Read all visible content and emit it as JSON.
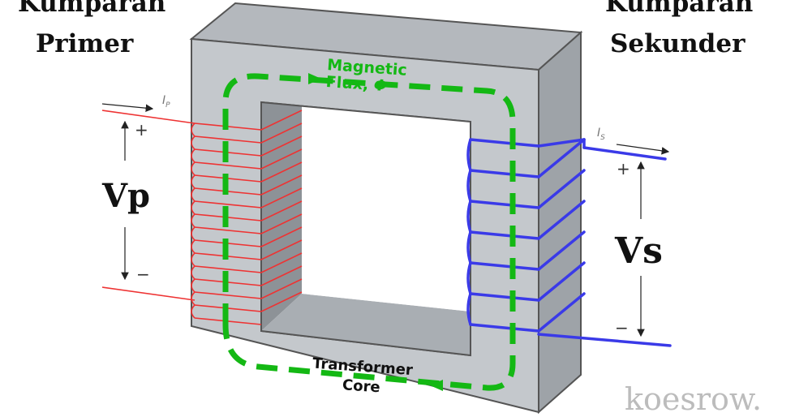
{
  "title_left": {
    "line1": "Kumparan",
    "line2": "Primer"
  },
  "title_right": {
    "line1": "Kumparan",
    "line2": "Sekunder"
  },
  "primary": {
    "voltage_label": "Vp",
    "current_label": "I",
    "current_sub": "P",
    "plus": "+",
    "minus": "−"
  },
  "secondary": {
    "voltage_label": "Vs",
    "current_label": "I",
    "current_sub": "S",
    "plus": "+",
    "minus": "−"
  },
  "flux": {
    "line1": "Magnetic",
    "line2": "Flux,",
    "symbol": "Φ"
  },
  "core": {
    "line1": "Transformer",
    "line2": "Core"
  },
  "watermark": "koesrow.",
  "colors": {
    "primary_coil": "#ee3333",
    "secondary_coil": "#3a3ae8",
    "flux": "#14b814",
    "core_front": "#c4c8cc",
    "core_side": "#9ea3a8"
  }
}
